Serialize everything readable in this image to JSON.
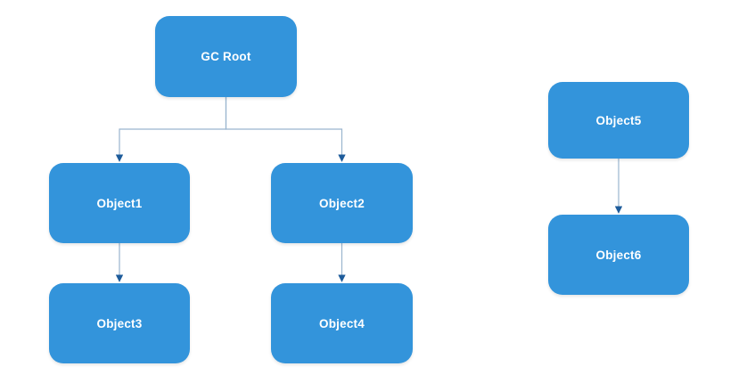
{
  "diagram": {
    "nodes": {
      "gc_root": {
        "label": "GC Root"
      },
      "object1": {
        "label": "Object1"
      },
      "object2": {
        "label": "Object2"
      },
      "object3": {
        "label": "Object3"
      },
      "object4": {
        "label": "Object4"
      },
      "object5": {
        "label": "Object5"
      },
      "object6": {
        "label": "Object6"
      }
    },
    "edges": [
      {
        "from": "GC Root",
        "to": "Object1"
      },
      {
        "from": "GC Root",
        "to": "Object2"
      },
      {
        "from": "Object1",
        "to": "Object3"
      },
      {
        "from": "Object2",
        "to": "Object4"
      },
      {
        "from": "Object5",
        "to": "Object6"
      }
    ],
    "colors": {
      "node_fill": "#3394db",
      "node_text": "#ffffff",
      "edge_line": "#9ab5cf",
      "edge_arrow": "#1e5c9b",
      "background": "#ffffff"
    }
  }
}
